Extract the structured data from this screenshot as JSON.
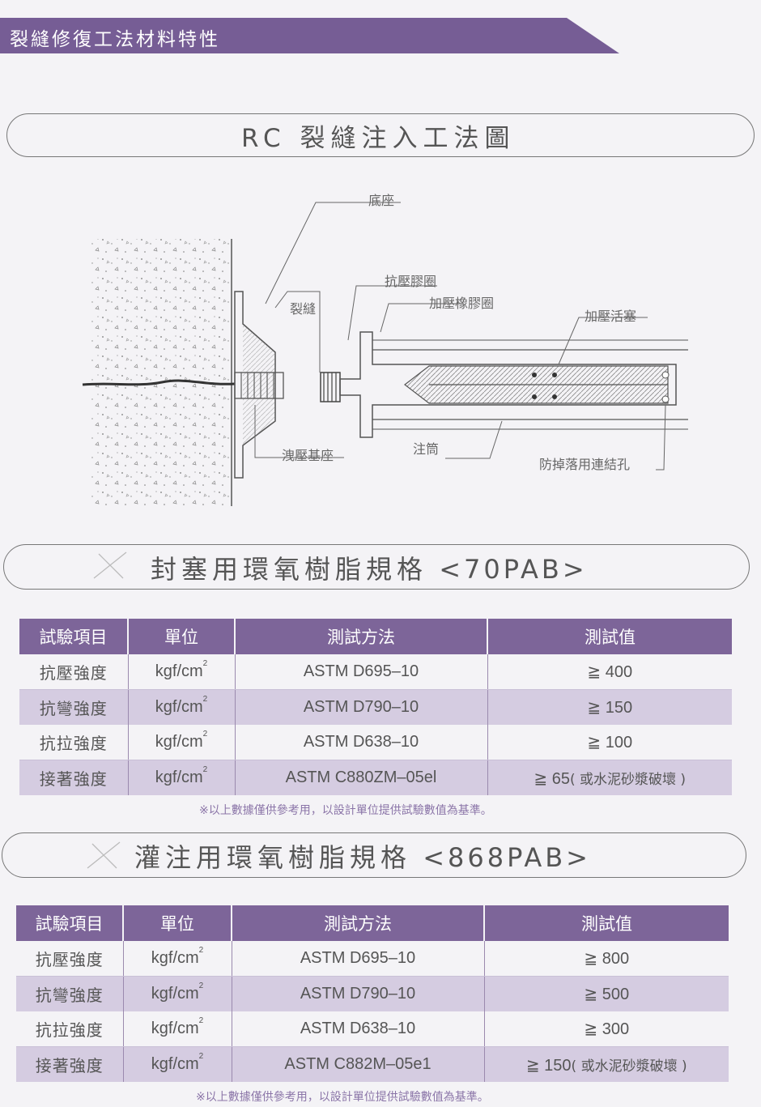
{
  "header": {
    "title": "裂縫修復工法材料特性"
  },
  "diagram_section": {
    "title_latin": "RC",
    "title_text": " 裂縫注入工法圖",
    "labels": {
      "base": "底座",
      "crack": "裂縫",
      "anti_pressure_ring": "抗壓膠圈",
      "pressure_rubber_ring": "加壓橡膠圈",
      "pressure_piston": "加壓活塞",
      "relief_base": "洩壓基座",
      "syringe": "注筒",
      "anti_drop_hole": "防掉落用連結孔"
    }
  },
  "table1": {
    "title_text": "封塞用環氧樹脂規格",
    "title_code": " <70PAB>",
    "headers": [
      "試驗項目",
      "單位",
      "測試方法",
      "測試值"
    ],
    "rows": [
      {
        "item": "抗壓強度",
        "unit": "kgf/cm",
        "unit_sup": "2",
        "method": "ASTM D695–10",
        "value": "≧ 400",
        "note": ""
      },
      {
        "item": "抗彎強度",
        "unit": "kgf/cm",
        "unit_sup": "2",
        "method": "ASTM D790–10",
        "value": "≧ 150",
        "note": ""
      },
      {
        "item": "抗拉強度",
        "unit": "kgf/cm",
        "unit_sup": "2",
        "method": "ASTM D638–10",
        "value": "≧ 100",
        "note": ""
      },
      {
        "item": "接著強度",
        "unit": "kgf/cm",
        "unit_sup": "2",
        "method": "ASTM C880ZM–05el",
        "value": "≧ 65",
        "note": "( 或水泥砂漿破壞 )"
      }
    ],
    "footnote": "※以上數據僅供參考用，以設計單位提供試驗數值為基準。"
  },
  "table2": {
    "title_text": "灌注用環氧樹脂規格",
    "title_code": " <868PAB>",
    "headers": [
      "試驗項目",
      "單位",
      "測試方法",
      "測試值"
    ],
    "rows": [
      {
        "item": "抗壓強度",
        "unit": "kgf/cm",
        "unit_sup": "2",
        "method": "ASTM D695–10",
        "value": "≧ 800",
        "note": ""
      },
      {
        "item": "抗彎強度",
        "unit": "kgf/cm",
        "unit_sup": "2",
        "method": "ASTM D790–10",
        "value": "≧ 500",
        "note": ""
      },
      {
        "item": "抗拉強度",
        "unit": "kgf/cm",
        "unit_sup": "2",
        "method": "ASTM D638–10",
        "value": "≧ 300",
        "note": ""
      },
      {
        "item": "接著強度",
        "unit": "kgf/cm",
        "unit_sup": "2",
        "method": "ASTM C882M–05e1",
        "value": "≧ 150",
        "note": "( 或水泥砂漿破壞 )"
      }
    ],
    "footnote": "※以上數據僅供參考用，以設計單位提供試驗數值為基準。"
  },
  "colors": {
    "accent": "#765d95",
    "header_row": "#7d6599",
    "stripe": "#d5cce1",
    "footnote": "#8b75a8"
  }
}
